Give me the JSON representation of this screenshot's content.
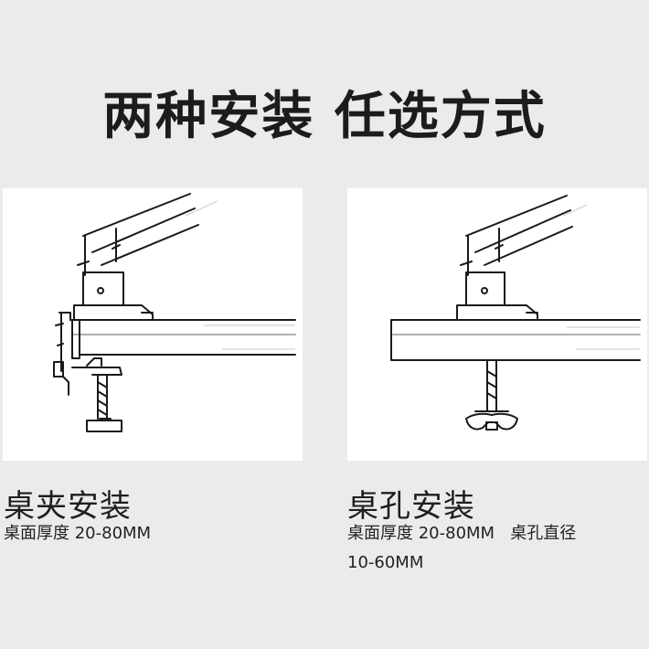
{
  "title": "两种安装 任选方式",
  "options": [
    {
      "name": "桌夹安装",
      "spec_line1": "桌面厚度 20-80MM"
    },
    {
      "name": "桌孔安装",
      "spec_line1": "桌面厚度 20-80MM   桌孔直径",
      "spec_line2": "10-60MM"
    }
  ]
}
